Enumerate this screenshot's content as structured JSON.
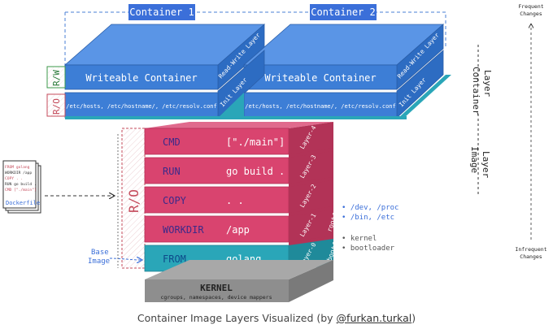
{
  "containers": [
    {
      "title": "Container 1",
      "writeable": "Writeable Container",
      "rw_side": "Read-Write Layer",
      "init": "/etc/hosts, /etc/hostname/, /etc/resolv.conf",
      "init_side": "Init Layer"
    },
    {
      "title": "Container 2",
      "writeable": "Writeable Container",
      "rw_side": "Read-Write Layer",
      "init": "/etc/hosts, /etc/hostname/, /etc/resolv.conf",
      "init_side": "Init Layer"
    }
  ],
  "rw_tag": "R/W",
  "ro_tag": "R/O",
  "ro_image_tag": "R/O",
  "layers": [
    {
      "cmd": "CMD",
      "arg": "[\"./main\"]",
      "side": "Layer-4"
    },
    {
      "cmd": "RUN",
      "arg": "go build .",
      "side": "Layer-3"
    },
    {
      "cmd": "COPY",
      "arg": ". .",
      "side": "Layer-2"
    },
    {
      "cmd": "WORKDIR",
      "arg": "/app",
      "side": "Layer-1"
    },
    {
      "cmd": "FROM",
      "arg": "golang",
      "side": "Layer-0"
    }
  ],
  "rootfs": {
    "label": "rootfs",
    "items": [
      "/dev, /proc",
      "/bin, /etc"
    ]
  },
  "bootfs": {
    "label": "bootfs",
    "items": [
      "kernel",
      "bootloader"
    ]
  },
  "kernel": {
    "title": "KERNEL",
    "sub": "cgroups, namespaces, device mappers"
  },
  "base_image": [
    "Base",
    "Image"
  ],
  "dockerfile": {
    "lines": [
      "FROM golang",
      "WORKDIR /app",
      "COPY . .",
      "RUN go build .",
      "CMD [\"./main\"]"
    ],
    "label": "Dockerfile"
  },
  "container_layer_label": [
    "Container",
    "Layer"
  ],
  "image_layer_label": [
    "Image",
    "Layer"
  ],
  "frequent": [
    "Frequent",
    "Changes"
  ],
  "infrequent": [
    "Infrequent",
    "Changes"
  ],
  "caption": {
    "prefix": "Container Image Layers Visualized (by ",
    "link": "@furkan.turkal",
    "suffix": ")"
  },
  "colors": {
    "blue": "#3d7ed6",
    "blue_dark": "#2a5ea8",
    "teal": "#2aa6b8",
    "pink": "#d9446f",
    "pink_dark": "#b23357",
    "gray": "#8e8e8e",
    "title_bg": "#3b6fd9"
  }
}
